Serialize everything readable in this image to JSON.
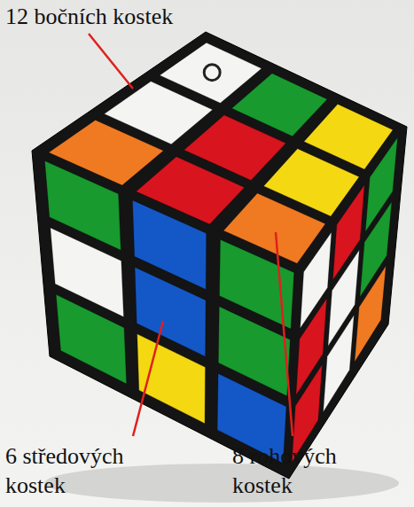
{
  "diagram": {
    "labels": [
      "12 bočních kostek",
      "6 středových kostek",
      "8 rohových kostek"
    ]
  }
}
